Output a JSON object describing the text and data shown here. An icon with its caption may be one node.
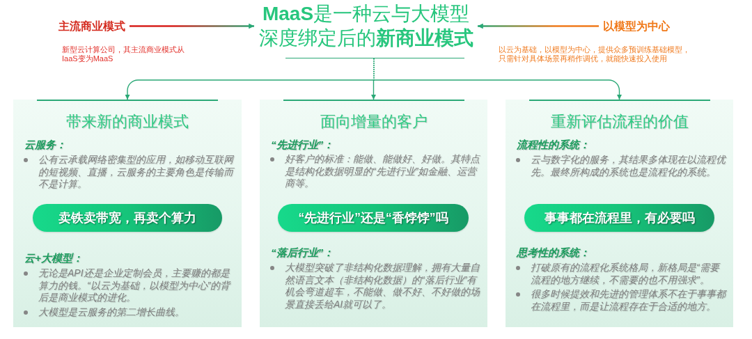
{
  "diagram": {
    "nodes": [
      {
        "text": [
          "主流商业模式"
        ],
        "beside": [
          "新型云计算公司，其主流商业模式从IaaS变为MaaS"
        ]
      },
      {
        "text": [
          "**MaaS**是一种云与大模型深度绑定后的**新商业模式**"
        ]
      },
      {
        "text": [
          "以模型为中心"
        ],
        "beside": [
          "以云为基础，以模型为中心，提供众多预训练基础模型，只需针对具体场景再稍作调优，就能快速投入使用"
        ]
      },
      {
        "text": [
          "带来新的商业模式",
          "云服务：",
          "公有云承载网络密集型的应用，如移动互联网的短视频、直播，云服务的主要角色是传输而不是计算。",
          "云+大模型：",
          "无论是API还是企业定制会员，主要赚的都是算力的钱。“以云为基础，以模型为中心”的背后是商业模式的进化。",
          "大模型是云服务的第二增长曲线。"
        ]
      },
      {
        "text": [
          "卖铁卖带宽，再卖个算力"
        ],
        "in": 3
      },
      {
        "text": [
          "面向增量的客户",
          "“先进行业”：",
          "好客户的标准：能做、能做好、好做。其特点是结构化数据明显的“先进行业”如金融、运营商等。",
          "“落后行业”：",
          "大模型突破了非结构化数据理解，拥有大量自然语言文本（非结构化数据）的“落后行业”有机会弯道超车，不能做、做不好、不好做的场景直接丢给AI就可以了。"
        ]
      },
      {
        "text": [
          "“先进行业”还是“香饽饽”吗"
        ],
        "in": 5
      },
      {
        "text": [
          "重新评估流程的价值",
          "流程性的系统：",
          "云与数字化的服务，其结果多体现在以流程优先。最终所构成的系统也是流程化的系统。",
          "思考性的系统：",
          "打破原有的流程化系统格局，新格局是“需要流程的地方继续，不需要的也不用强求”。",
          "很多时候提效和先进的管理体系不在于事事都在流程里，而是让流程存在于合适的地方。"
        ]
      },
      {
        "text": [
          "事事都在流程里，有必要吗"
        ],
        "in": 7
      }
    ],
    "edges": [
      {
        "from": 0,
        "to": 1,
        "arrow": "to",
        "color": "#d7201c"
      },
      {
        "from": 2,
        "to": 1,
        "arrow": "to",
        "color": "#f07a1c"
      },
      {
        "from": 1,
        "to": 3,
        "arrow": "to"
      },
      {
        "from": 1,
        "to": 5,
        "arrow": "to"
      },
      {
        "from": 1,
        "to": 7,
        "arrow": "to"
      }
    ]
  }
}
